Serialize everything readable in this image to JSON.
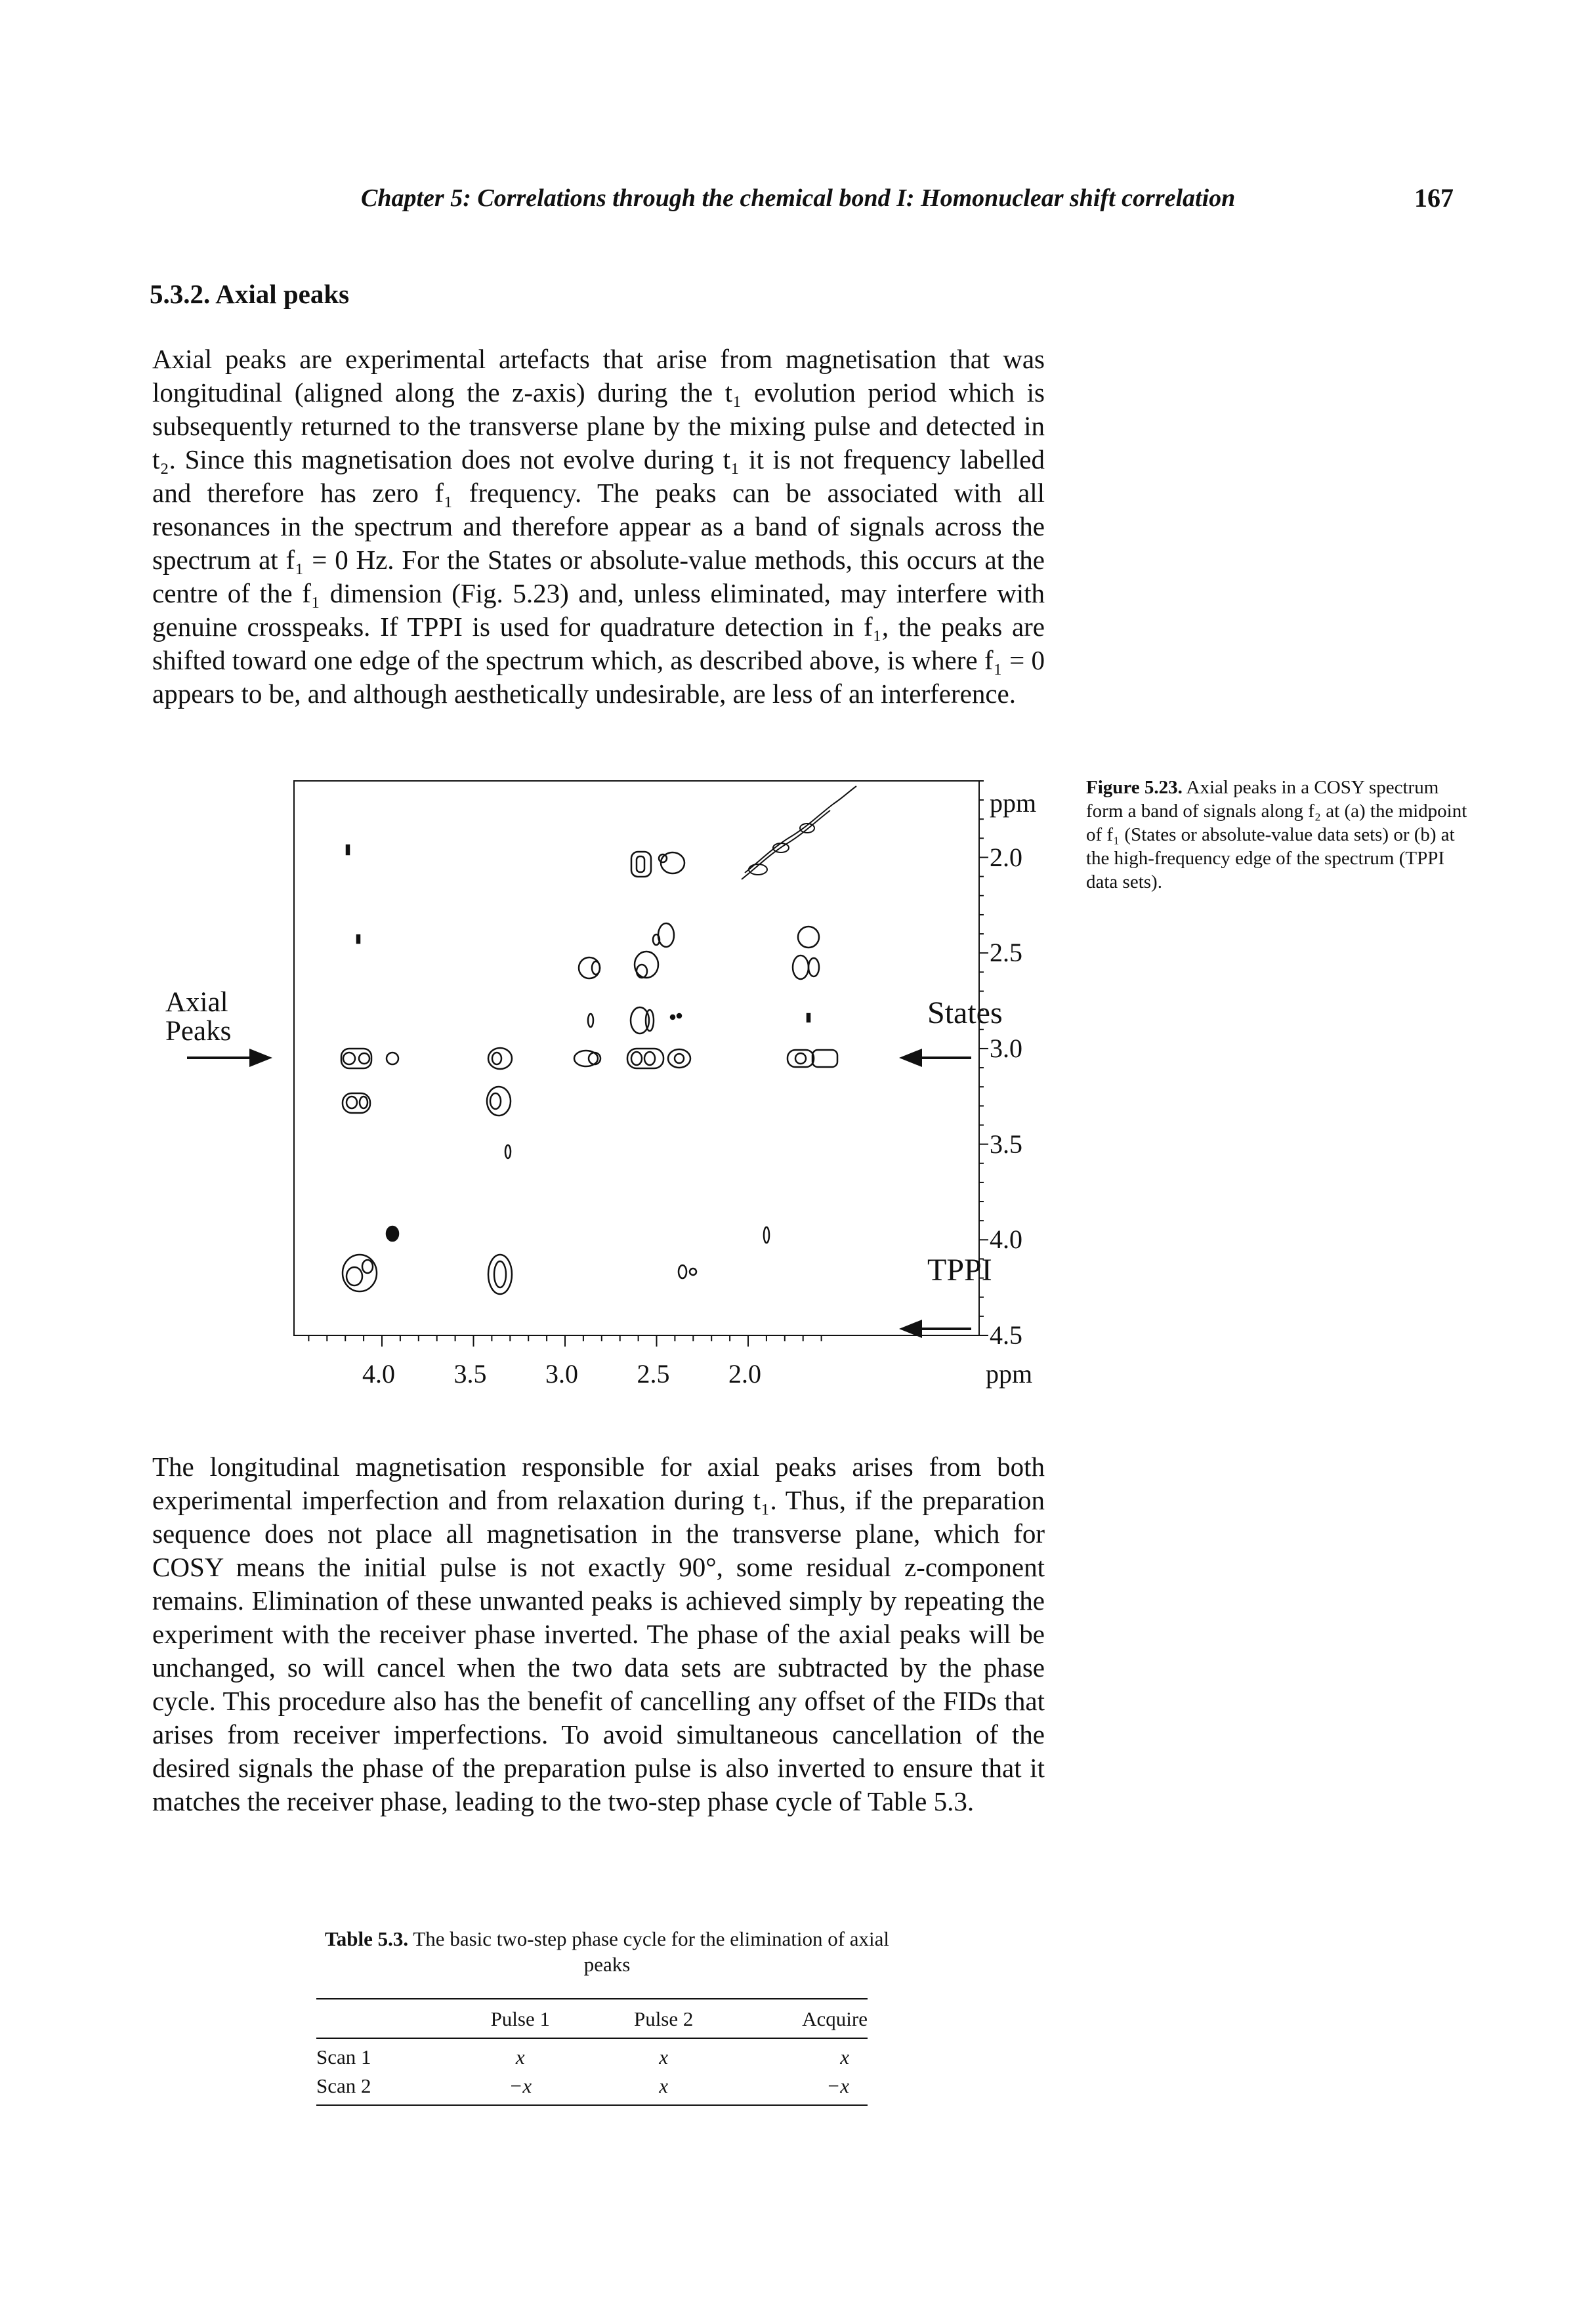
{
  "header": {
    "running_title": "Chapter 5: Correlations through the chemical bond I: Homonuclear shift correlation",
    "page_number": "167"
  },
  "section": {
    "heading": "5.3.2. Axial peaks"
  },
  "paragraph1": "Axial peaks are experimental artefacts that arise from magnetisation that was longitudinal (aligned along the z-axis) during the t₁ evolution period which is subsequently returned to the transverse plane by the mixing pulse and detected in t₂. Since this magnetisation does not evolve during t₁ it is not frequency labelled and therefore has zero f₁ frequency. The peaks can be associated with all resonances in the spectrum and therefore appear as a band of signals across the spectrum at f₁ = 0 Hz. For the States or absolute-value methods, this occurs at the centre of the f₁ dimension (Fig. 5.23) and, unless eliminated, may interfere with genuine crosspeaks. If TPPI is used for quadrature detection in f₁, the peaks are shifted toward one edge of the spectrum which, as described above, is where f₁ = 0 appears to be, and although aesthetically undesirable, are less of an interference.",
  "figure": {
    "left_label_line1": "Axial",
    "left_label_line2": "Peaks",
    "states_label": "States",
    "tppi_label": "TPPI",
    "x_unit": "ppm",
    "y_unit": "ppm",
    "x_ticks": [
      "4.0",
      "3.5",
      "3.0",
      "2.5",
      "2.0"
    ],
    "y_ticks": [
      "2.0",
      "2.5",
      "3.0",
      "3.5",
      "4.0",
      "4.5"
    ],
    "caption_bold": "Figure 5.23.",
    "caption_text": "Axial peaks in a COSY spectrum form a band of signals along f₂ at (a) the midpoint of f₁ (States or absolute-value data sets) or (b) at the high-frequency edge of the spectrum (TPPI data sets)."
  },
  "paragraph2": "The longitudinal magnetisation responsible for axial peaks arises from both experimental imperfection and from relaxation during t₁. Thus, if the preparation sequence does not place all magnetisation in the transverse plane, which for COSY means the initial pulse is not exactly 90°, some residual z-component remains. Elimination of these unwanted peaks is achieved simply by repeating the experiment with the receiver phase inverted. The phase of the axial peaks will be unchanged, so will cancel when the two data sets are subtracted by the phase cycle. This procedure also has the benefit of cancelling any offset of the FIDs that arises from receiver imperfections. To avoid simultaneous cancellation of the desired signals the phase of the preparation pulse is also inverted to ensure that it matches the receiver phase, leading to the two-step phase cycle of Table 5.3.",
  "table": {
    "caption_bold": "Table 5.3.",
    "caption_text": "The basic two-step phase cycle for the elimination of axial peaks",
    "headers": [
      "",
      "Pulse 1",
      "Pulse 2",
      "Acquire"
    ],
    "rows": [
      [
        "Scan 1",
        "x",
        "x",
        "x"
      ],
      [
        "Scan 2",
        "−x",
        "x",
        "−x"
      ]
    ]
  }
}
